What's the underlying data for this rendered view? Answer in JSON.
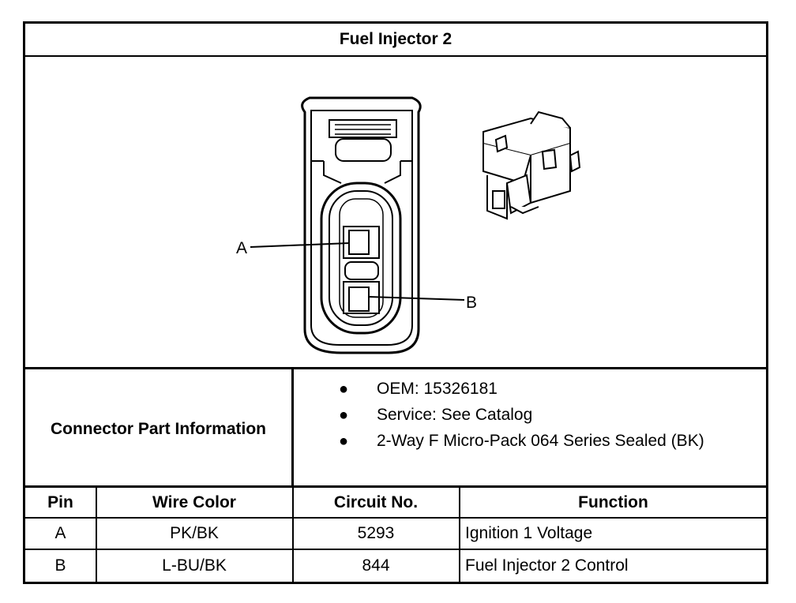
{
  "title": "Fuel Injector 2",
  "diagram": {
    "pin_labels": [
      "A",
      "B"
    ]
  },
  "connector_info": {
    "label": "Connector Part Information",
    "items": [
      "OEM: 15326181",
      "Service: See Catalog",
      "2-Way F Micro-Pack 064 Series Sealed (BK)"
    ]
  },
  "pin_table": {
    "headers": [
      "Pin",
      "Wire Color",
      "Circuit No.",
      "Function"
    ],
    "rows": [
      [
        "A",
        "PK/BK",
        "5293",
        "Ignition 1 Voltage"
      ],
      [
        "B",
        "L-BU/BK",
        "844",
        "Fuel Injector 2 Control"
      ]
    ]
  }
}
